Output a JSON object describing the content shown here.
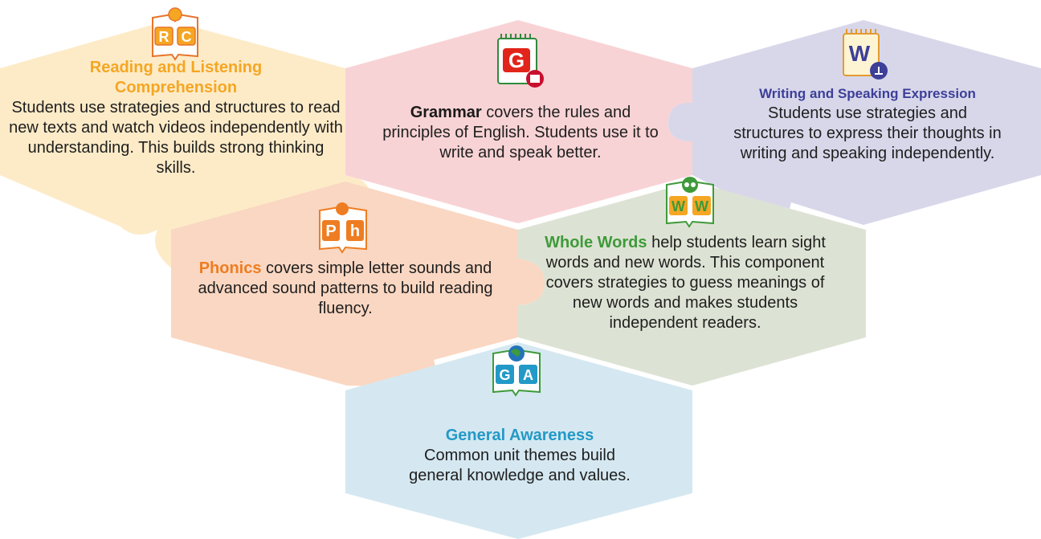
{
  "colors": {
    "reading": "#fdebc8",
    "grammar": "#f8d3d5",
    "writing": "#d8d7ea",
    "phonics": "#fad7c2",
    "whole_words": "#dde3d4",
    "general": "#d5e8f1",
    "reading_title": "#f5a623",
    "grammar_title": "#1a1a1a",
    "writing_title": "#3d3f98",
    "phonics_title": "#ee7d22",
    "whole_words_title": "#3f9a3a",
    "general_title": "#2399c7"
  },
  "tiles": {
    "reading": {
      "icon_name": "rc-book-icon",
      "icon_letters": "RC",
      "title": "Reading and Listening Comprehension",
      "body": "Students use strategies and structures to read new texts and watch videos independently with understanding. This builds strong thinking skills."
    },
    "grammar": {
      "icon_name": "grammar-notepad-icon",
      "icon_letters": "G",
      "title": "Grammar",
      "body": " covers the rules and principles of English. Students use it to write and speak better."
    },
    "writing": {
      "icon_name": "writing-notepad-icon",
      "icon_letters": "W",
      "title": "Writing and Speaking Expression",
      "body": "Students use strategies and structures to express their thoughts in writing and speaking independently."
    },
    "phonics": {
      "icon_name": "phonics-book-icon",
      "icon_letters": "Ph",
      "title": "Phonics",
      "body": " covers simple letter sounds and advanced sound patterns to build reading fluency."
    },
    "whole_words": {
      "icon_name": "whole-words-book-icon",
      "icon_letters": "WW",
      "title": "Whole Words",
      "body": " help students learn sight words and new words. This component covers strategies to guess meanings of new words and makes students independent readers."
    },
    "general": {
      "icon_name": "general-awareness-book-icon",
      "icon_letters": "GA",
      "title": "General Awareness",
      "body": "Common unit themes build general knowledge and values."
    }
  }
}
